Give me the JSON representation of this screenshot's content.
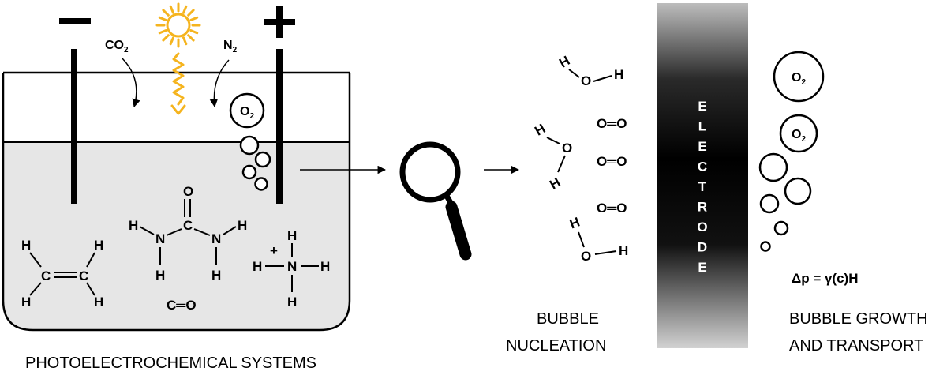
{
  "labels": {
    "photoelectrochemical": "PHOTOELECTROCHEMICAL SYSTEMS",
    "nucleation_line1": "BUBBLE",
    "nucleation_line2": "NUCLEATION",
    "growth_line1": "BUBBLE GROWTH",
    "growth_line2": "AND TRANSPORT",
    "electrode_letters": [
      "E",
      "L",
      "E",
      "C",
      "T",
      "R",
      "O",
      "D",
      "E"
    ],
    "equation": "Δp = γ(c)H"
  },
  "electrode_signs": {
    "negative": "−",
    "positive": "+"
  },
  "gases": {
    "co2": {
      "base": "CO",
      "sub": "2"
    },
    "n2": {
      "base": "N",
      "sub": "2"
    },
    "o2": {
      "base": "O",
      "sub": "2"
    }
  },
  "molecules": {
    "atoms": {
      "H": "H",
      "C": "C",
      "N": "N",
      "O": "O"
    },
    "co": "C═O",
    "o2_double": "O═O",
    "ammonium_charge": "+"
  },
  "colors": {
    "sun": "#F5B41E",
    "electrolyte": "#E6E6E6",
    "outline": "#000000",
    "electrode_gradient_top": "#BBBBBB",
    "electrode_gradient_mid": "#000000",
    "electrode_gradient_bottom": "#D0D0D0"
  },
  "icons": [
    "sun-icon",
    "magnifier-icon"
  ]
}
